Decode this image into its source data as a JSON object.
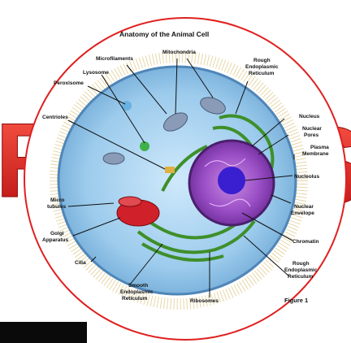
{
  "title": "Anatomy of the Animal Cell",
  "big_letters": {
    "left": "R",
    "right": "S"
  },
  "figure_caption": "Figure 1",
  "labels": {
    "microfilaments": "Microfilaments",
    "mitochondria": "Mitochondria",
    "rough_er": [
      "Rough",
      "Endoplasmic",
      "Reticulum"
    ],
    "lysosome": "Lysosome",
    "peroxisome": "Peroxisome",
    "centrioles": "Centrioles",
    "nucleus": "Nucleus",
    "nuclear_pores": [
      "Nuclear",
      "Pores"
    ],
    "plasma_membrane": [
      "Plasma",
      "Membrane"
    ],
    "nucleolus": "Nucleolus",
    "microtubules": [
      "Micro",
      "tubules"
    ],
    "nuclear_envelope": [
      "Nuclear",
      "Envelope"
    ],
    "golgi": [
      "Golgi",
      "Apparatus"
    ],
    "chromatin": "Chromatin",
    "cilia": "Cilia",
    "rough_er_lower": [
      "Rough",
      "Endoplasmic",
      "Reticulum"
    ],
    "smooth_er": [
      "Smooth",
      "Endoplasmic",
      "Reticulum"
    ],
    "ribosomes": "Ribosomes"
  },
  "colors": {
    "circle_outline": "#e02020",
    "letters": "#e52222",
    "cytoplasm": "#a9d4f0",
    "nucleus": "#8a3fb8",
    "nucleolus": "#3a1fd0",
    "golgi": "#d0202a",
    "er": "#3f8f2a"
  }
}
